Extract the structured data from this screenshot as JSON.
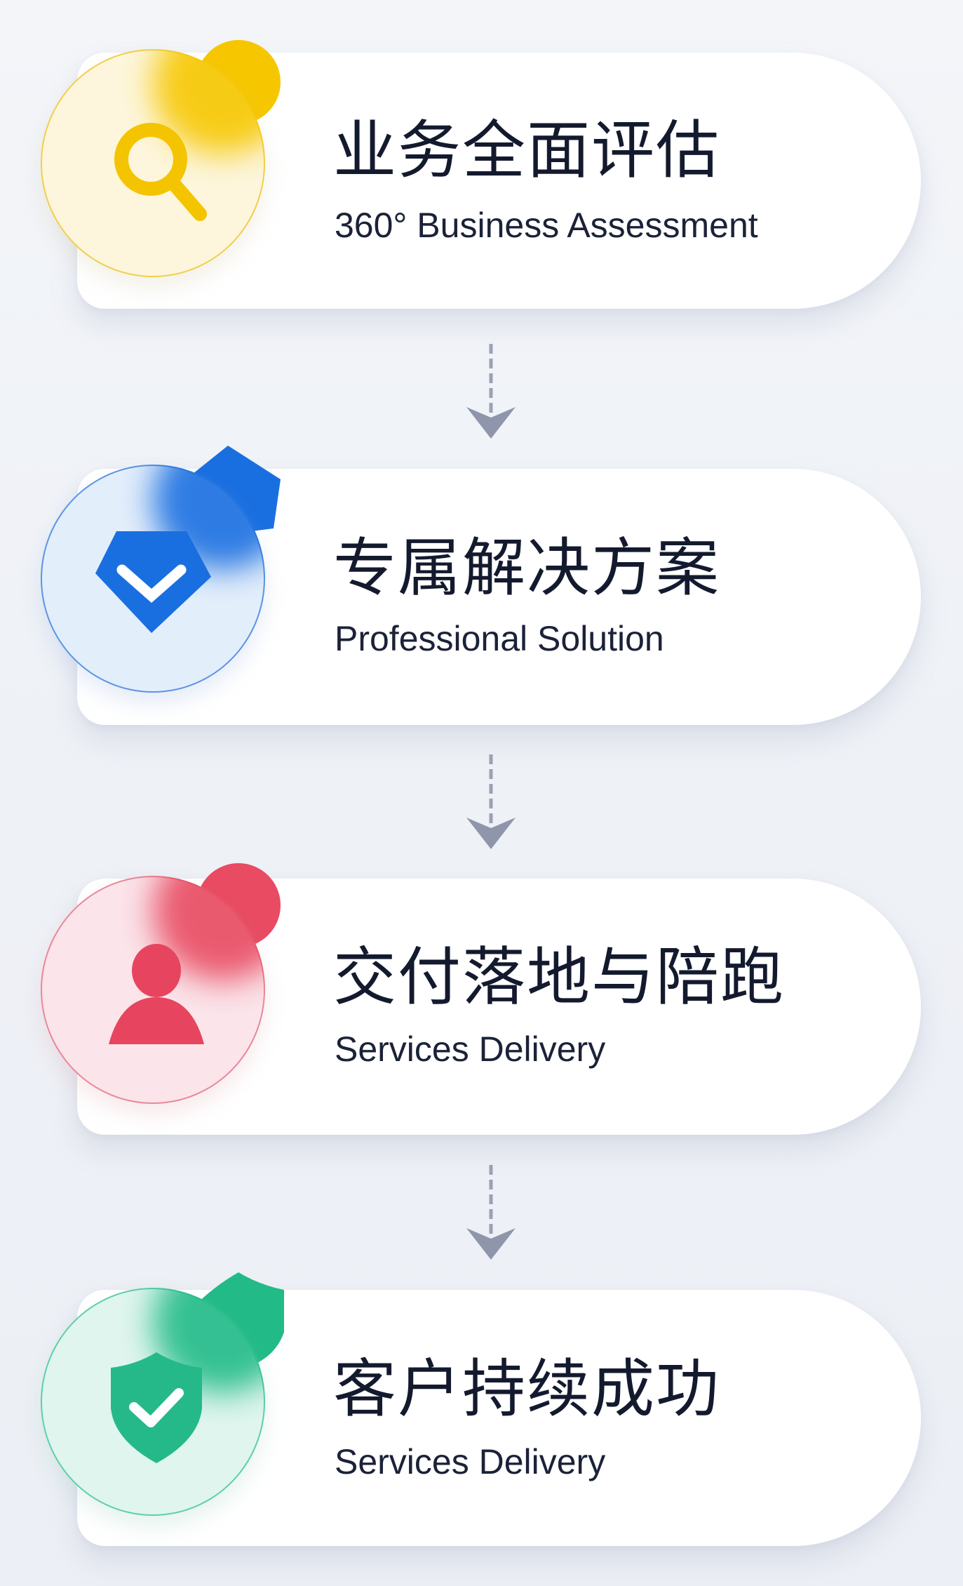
{
  "steps": [
    {
      "title": "业务全面评估",
      "subtitle": "360° Business Assessment",
      "icon": "search-icon",
      "accent": "#f5c400",
      "disc_bg": "#fdf6dc",
      "disc_border": "#f1cf4c"
    },
    {
      "title": "专属解决方案",
      "subtitle": "Professional Solution",
      "icon": "diamond-check-icon",
      "accent": "#1a6fe0",
      "disc_bg": "#e3eefb",
      "disc_border": "#5b95e4"
    },
    {
      "title": "交付落地与陪跑",
      "subtitle": "Services Delivery",
      "icon": "user-icon",
      "accent": "#e8455f",
      "disc_bg": "#fbe4ea",
      "disc_border": "#e9889a"
    },
    {
      "title": "客户持续成功",
      "subtitle": "Services Delivery",
      "icon": "shield-check-icon",
      "accent": "#22bb88",
      "disc_bg": "#dff5ee",
      "disc_border": "#5fcfa8"
    }
  ],
  "connector": {
    "icon": "dashed-arrow-down-icon",
    "color": "#9aa1b4",
    "count": 3
  },
  "background": "#f1f4f8"
}
